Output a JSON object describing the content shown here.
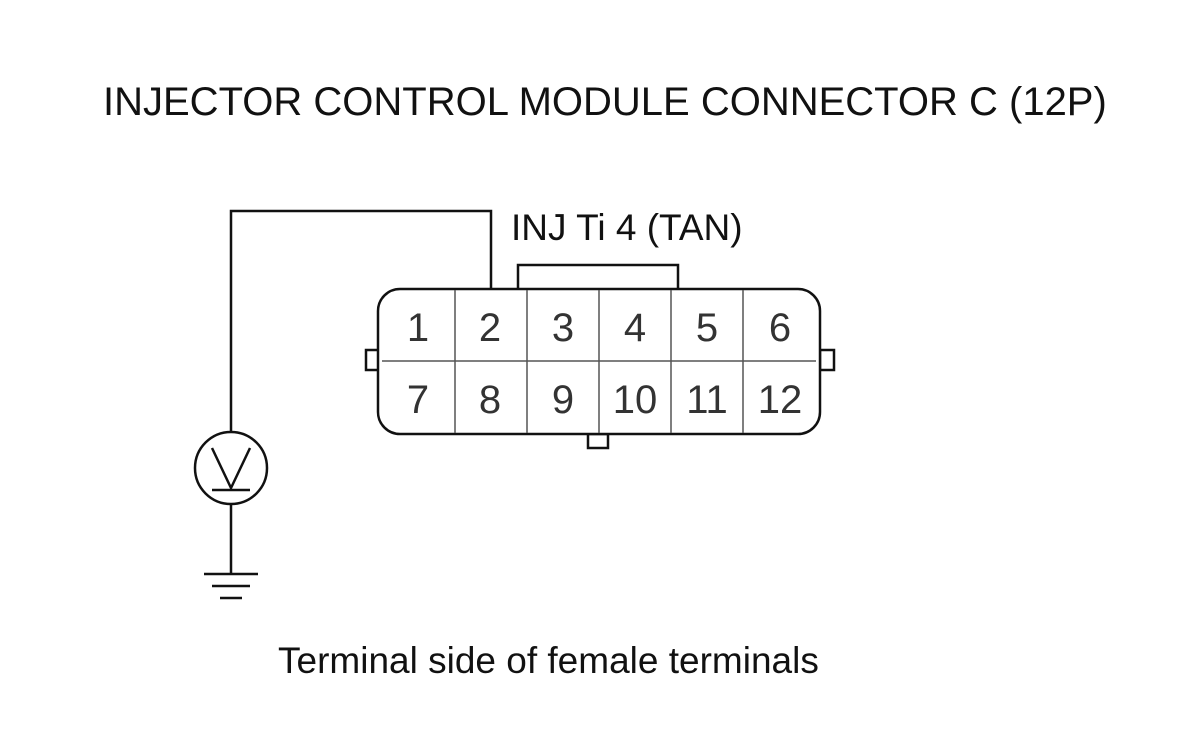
{
  "title": "INJECTOR CONTROL MODULE CONNECTOR C (12P)",
  "wire_label": "INJ Ti 4 (TAN)",
  "connector": {
    "pins_top": [
      "1",
      "2",
      "3",
      "4",
      "5",
      "6"
    ],
    "pins_bottom": [
      "7",
      "8",
      "9",
      "10",
      "11",
      "12"
    ]
  },
  "caption": "Terminal side of female terminals",
  "meter_icon": "voltmeter-icon",
  "ground_icon": "ground-icon"
}
